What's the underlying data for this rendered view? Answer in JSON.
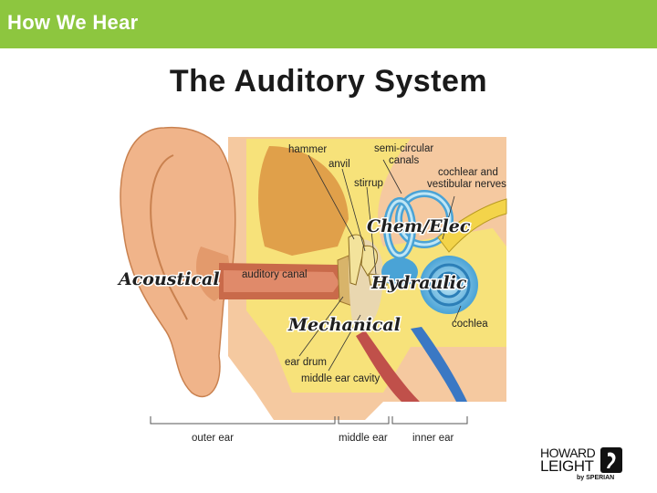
{
  "header": {
    "title": "How We Hear",
    "bar_color": "#8dc63f"
  },
  "slide": {
    "title": "The Auditory System"
  },
  "diagram": {
    "labels": {
      "hammer": "hammer",
      "anvil": "anvil",
      "semicircular_1": "semi-circular",
      "semicircular_2": "canals",
      "stirrup": "stirrup",
      "nerves_1": "cochlear and",
      "nerves_2": "vestibular nerves",
      "auditory_canal": "auditory canal",
      "cochlea": "cochlea",
      "ear_drum": "ear drum",
      "middle_ear_cavity": "middle ear cavity"
    },
    "stages": {
      "acoustical": "Acoustical",
      "mechanical": "Mechanical",
      "hydraulic": "Hydraulic",
      "chem_elec": "Chem/Elec"
    },
    "regions": {
      "outer": "outer ear",
      "middle": "middle ear",
      "inner": "inner ear"
    }
  },
  "logo": {
    "line1": "HOWARD",
    "line2": "LEIGHT",
    "sub": "by SPERIAN"
  }
}
